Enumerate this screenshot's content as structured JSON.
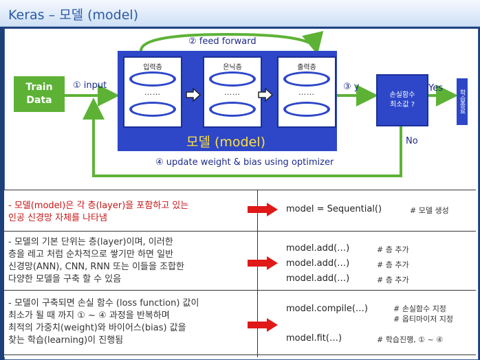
{
  "title": "Keras – 모델 (model)",
  "diagram": {
    "train_data": "Train\nData",
    "input_label": "① input",
    "feed_forward_label": "② feed forward",
    "output_label": "③ y",
    "update_label": "④ update weight & bias using optimizer",
    "model_label": "모델 (model)",
    "layers": [
      {
        "label": "입력층"
      },
      {
        "label": "은닉층"
      },
      {
        "label": "출력층"
      }
    ],
    "dots": "……",
    "decision": "손실함수\n최소값 ?",
    "yes_label": "Yes",
    "no_label": "No",
    "result": "학습종료"
  },
  "table": {
    "rows": [
      {
        "description": [
          "- 모델(model)은 각 층(layer)을 포함하고 있는",
          "  인공 신경망 자체를 나타냄"
        ],
        "code": [
          {
            "code": "model = Sequential()",
            "comment": "# 모델 생성"
          }
        ]
      },
      {
        "description": [
          "- 모델의 기본 단위는 층(layer)이며, 이러한",
          "  층을 레고 처럼 순차적으로 쌓기만 하면 일반",
          "  신경망(ANN), CNN, RNN 또는 이들을 조합한",
          "  다양한 모델을 구축 할 수 있음"
        ],
        "code": [
          {
            "code": "model.add(…)",
            "comment": "# 층 추가"
          },
          {
            "code": "model.add(…)",
            "comment": "# 층 추가"
          },
          {
            "code": "model.add(…)",
            "comment": "# 층 추가"
          }
        ]
      },
      {
        "description": [
          "- 모델이 구축되면 손실 함수 (loss function) 값이",
          "  최소가 될 때 까지 ① ~ ④ 과정을 반복하며",
          "  최적의 가중치(weight)와 바이어스(bias) 값을",
          "  찾는 학습(learning)이 진행됨"
        ],
        "code": [
          {
            "code": "model.compile(…)",
            "comment": "# 손실함수 지정\n# 옵티마이저 지정"
          },
          {
            "code": "model.fit(…)",
            "comment": "# 학습진행, ① ~ ④"
          }
        ]
      }
    ]
  },
  "colors": {
    "accent_blue": "#2d47c8",
    "arrow_green": "#5db236",
    "arrow_red": "#e01818"
  }
}
